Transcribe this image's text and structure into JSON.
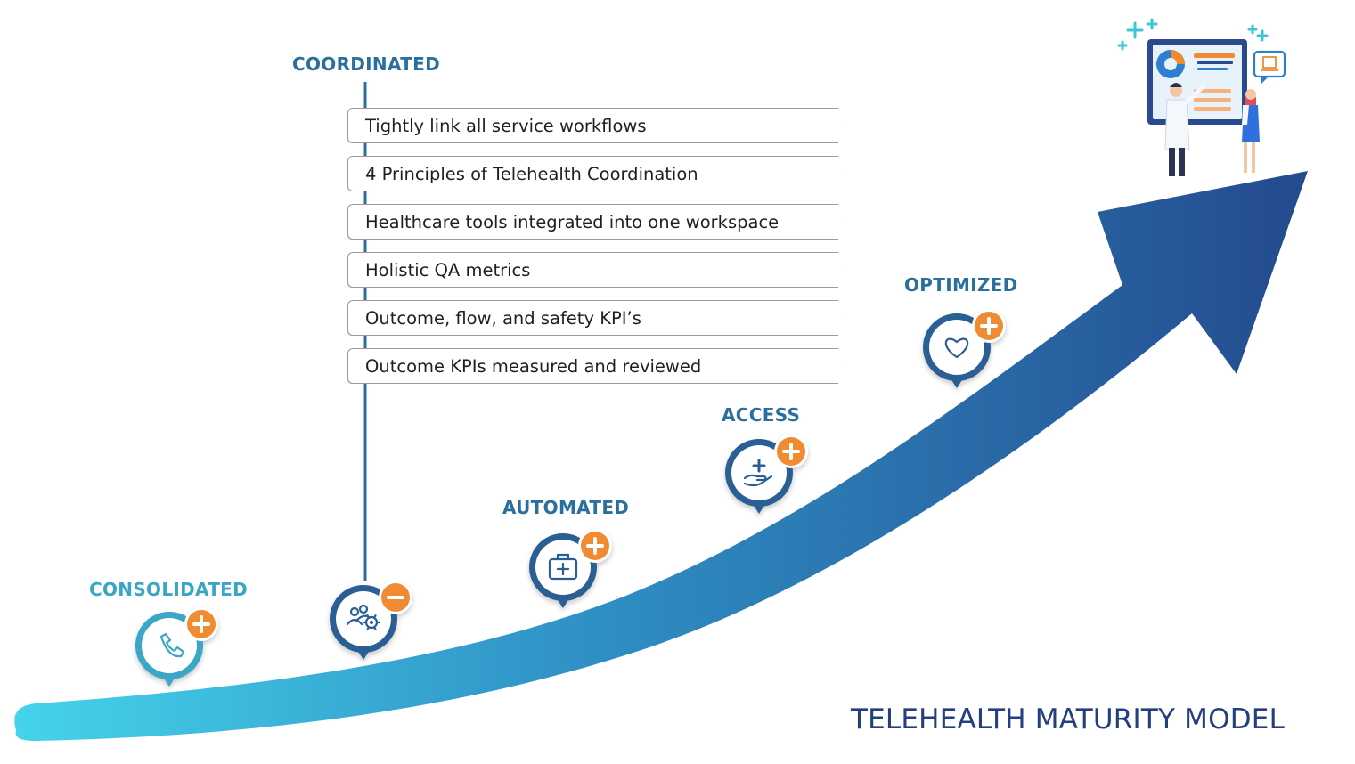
{
  "title": "TELEHEALTH MATURITY MODEL",
  "colors": {
    "arrow_start": "#45d3ea",
    "arrow_mid": "#2f8fc4",
    "arrow_end": "#244a8e",
    "label_consolidated": "#3aa6c6",
    "label_default": "#2a6f9e",
    "badge_orange": "#f08b32",
    "title": "#233f80"
  },
  "stages": [
    {
      "label": "CONSOLIDATED",
      "icon": "phone-icon",
      "badge": "plus"
    },
    {
      "label": "COORDINATED",
      "icon": "team-gear-icon",
      "badge": "minus"
    },
    {
      "label": "AUTOMATED",
      "icon": "medical-kit-icon",
      "badge": "plus"
    },
    {
      "label": "ACCESS",
      "icon": "hand-medical-icon",
      "badge": "plus"
    },
    {
      "label": "OPTIMIZED",
      "icon": "heart-icon",
      "badge": "plus"
    }
  ],
  "coordinated_details": [
    "Tightly link all service workflows",
    "4 Principles of Telehealth Coordination",
    "Healthcare tools integrated into one workspace",
    "Holistic QA metrics",
    "Outcome, flow, and safety KPI’s",
    "Outcome KPIs measured and reviewed"
  ],
  "illustration": "doctors-dashboard-illustration"
}
